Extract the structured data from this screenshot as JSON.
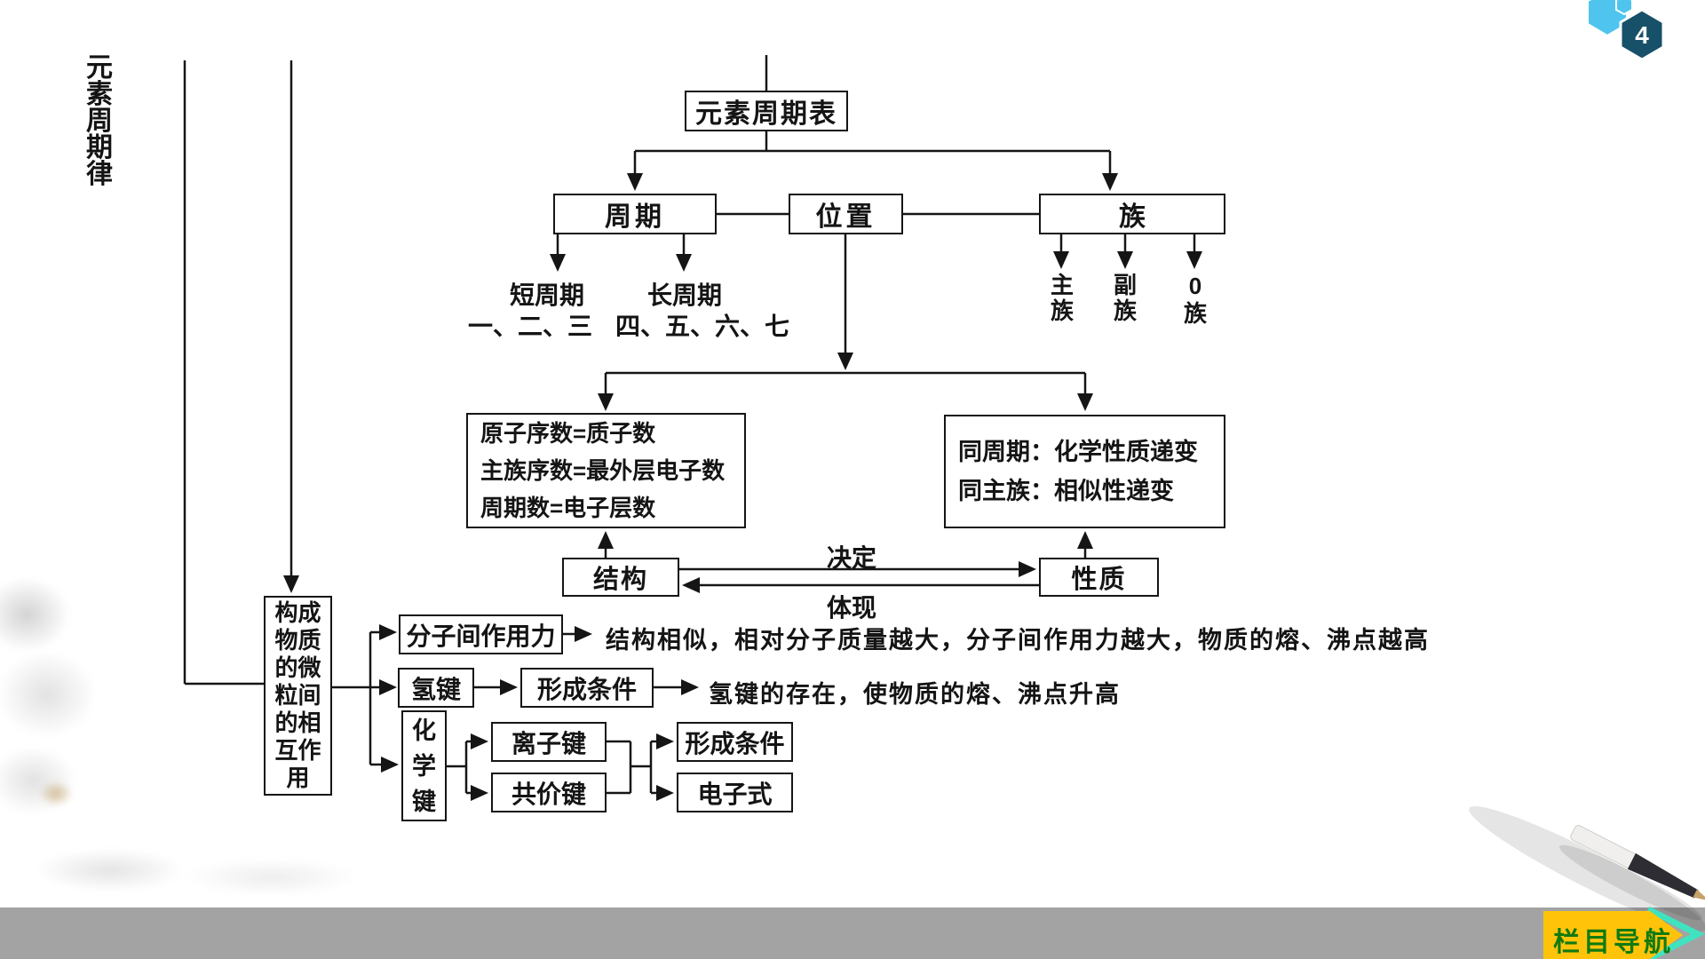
{
  "page": {
    "number": "4"
  },
  "sidebar": {
    "title": "元素周期律"
  },
  "nav": {
    "button_label": "栏目导航"
  },
  "diagram": {
    "root": "元素周期表",
    "period": "周期",
    "position": "位置",
    "family": "族",
    "short_period": "短周期",
    "short_period_values": "一、二、三",
    "long_period": "长周期",
    "long_period_values": "四、五、六、七",
    "main_group": "主族",
    "sub_group": "副族",
    "zero_group": "0族",
    "structure_rules": {
      "line1": "原子序数=质子数",
      "line2": "主族序数=最外层电子数",
      "line3": "周期数=电子层数"
    },
    "property_rules": {
      "line1": "同周期：化学性质递变",
      "line2": "同主族：相似性递变"
    },
    "structure": "结构",
    "property": "性质",
    "determines": "决定",
    "reflects": "体现",
    "interaction_box": "构成物质的微粒间的相互作用",
    "intermolecular": "分子间作用力",
    "intermolecular_note": "结构相似，相对分子质量越大，分子间作用力越大，物质的熔、沸点越高",
    "hydrogen_bond": "氢键",
    "formation_condition_1": "形成条件",
    "hydrogen_note": "氢键的存在，使物质的熔、沸点升高",
    "chemical_bond": "化学键",
    "ionic_bond": "离子键",
    "covalent_bond": "共价键",
    "formation_condition_2": "形成条件",
    "electron_formula": "电子式"
  },
  "colors": {
    "line_black": "#151515",
    "hex_light_blue": "#4fc4ee",
    "hex_navy": "#175069",
    "banner_yellow": "#ffc40a",
    "banner_text_green": "#117a11",
    "chevron_teal": "#3fe3c0",
    "bottom_bar_gray": "#a3a3a3"
  }
}
